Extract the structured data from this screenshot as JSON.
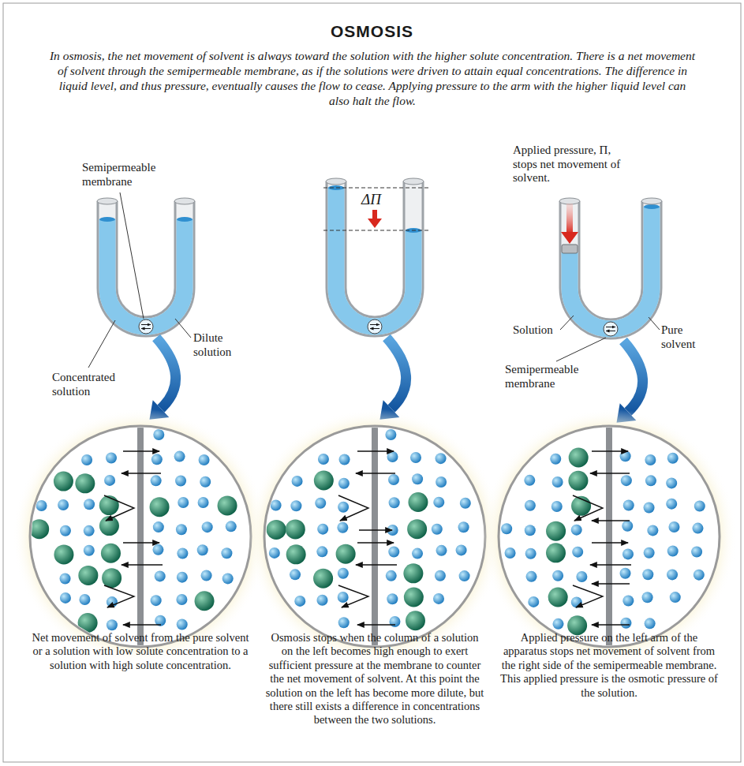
{
  "diagram": {
    "title": "OSMOSIS",
    "caption": "In osmosis, the net movement of solvent is always toward the solution with the higher solute concentration. There is a net movement of solvent through the semipermeable membrane, as if the solutions were driven to attain equal concentrations. The difference in liquid level, and thus pressure, eventually causes the flow to cease. Applying pressure to the arm with the higher liquid level can also halt the flow.",
    "labels": [
      "Semipermeable membrane",
      "Dilute solution",
      "Concentrated solution",
      "ΔΠ",
      "Applied pressure, Π, stops net movement of solvent.",
      "Solution",
      "Pure solvent",
      "Semipermeable membrane",
      "Net movement of solvent from the pure solvent or a solution with low solute concentration to a solution with high solute concentration.",
      "Osmosis stops when the column of a solution on the left becomes high enough to exert sufficient pressure at the membrane to counter the net movement of solvent. At this point the solution on the left has become more dilute, but there still exists a difference in concentrations between the two solutions.",
      "Applied pressure on the left arm of the apparatus stops net movement of solvent from the right side of the semipermeable membrane. This applied pressure is the osmotic pressure of the solution."
    ]
  }
}
